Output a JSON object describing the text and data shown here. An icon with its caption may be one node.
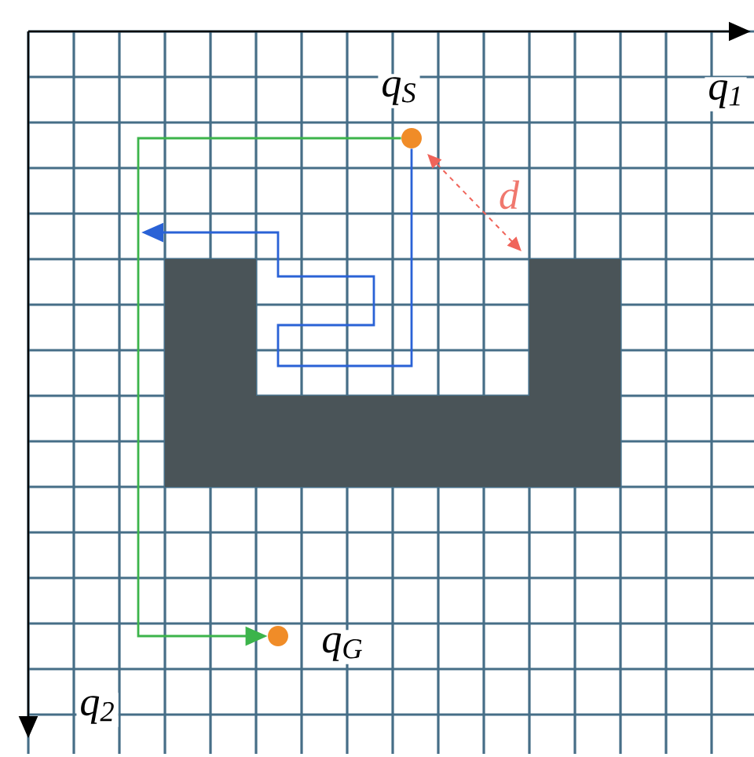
{
  "diagram": {
    "nodes": [
      {
        "text": [],
        "shape": "circle",
        "beside": [
          "q$_{S}$"
        ]
      },
      {
        "text": [],
        "shape": "circle",
        "beside": [
          "q$_{G}$"
        ]
      }
    ],
    "edges": [
      {
        "from": 0,
        "to": 1,
        "arrow": "to",
        "color": "#3cb44b"
      },
      {
        "from": 0,
        "to": null,
        "arrow": "to",
        "color": "#2a62d6"
      }
    ],
    "labels": [
      "q$_{1}$",
      "d",
      "q$_{2}$"
    ]
  }
}
